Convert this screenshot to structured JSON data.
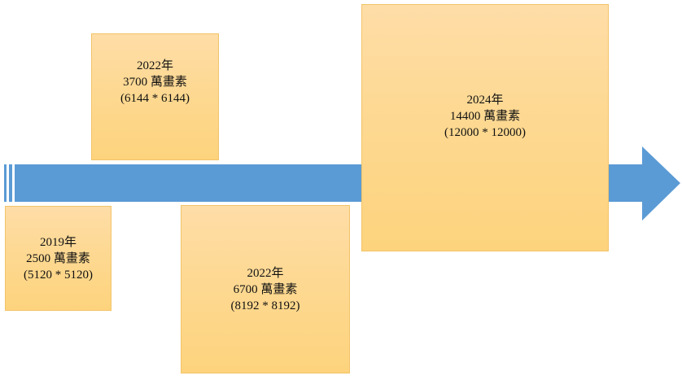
{
  "colors": {
    "arrow": "#5b9bd5",
    "box_fill": "#fdd890",
    "box_border": "#f2c46a",
    "text": "#111111"
  },
  "milestones": [
    {
      "year": "2019年",
      "pixels": "2500 萬畫素",
      "resolution": "(5120 * 5120)"
    },
    {
      "year": "2022年",
      "pixels": "3700 萬畫素",
      "resolution": "(6144 * 6144)"
    },
    {
      "year": "2022年",
      "pixels": "6700 萬畫素",
      "resolution": "(8192 * 8192)"
    },
    {
      "year": "2024年",
      "pixels": "14400 萬畫素",
      "resolution": "(12000 * 12000)"
    }
  ]
}
